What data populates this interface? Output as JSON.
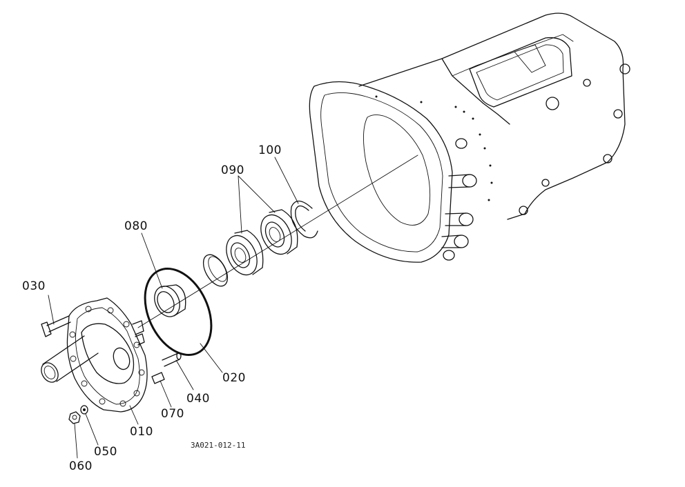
{
  "diagram": {
    "callouts": [
      {
        "id": "p010",
        "label": "010"
      },
      {
        "id": "p020",
        "label": "020"
      },
      {
        "id": "p030",
        "label": "030"
      },
      {
        "id": "p040",
        "label": "040"
      },
      {
        "id": "p050",
        "label": "050"
      },
      {
        "id": "p060",
        "label": "060"
      },
      {
        "id": "p070",
        "label": "070"
      },
      {
        "id": "p080",
        "label": "080"
      },
      {
        "id": "p090",
        "label": "090"
      },
      {
        "id": "p100",
        "label": "100"
      }
    ],
    "drawing_code": "3A021-012-11"
  }
}
